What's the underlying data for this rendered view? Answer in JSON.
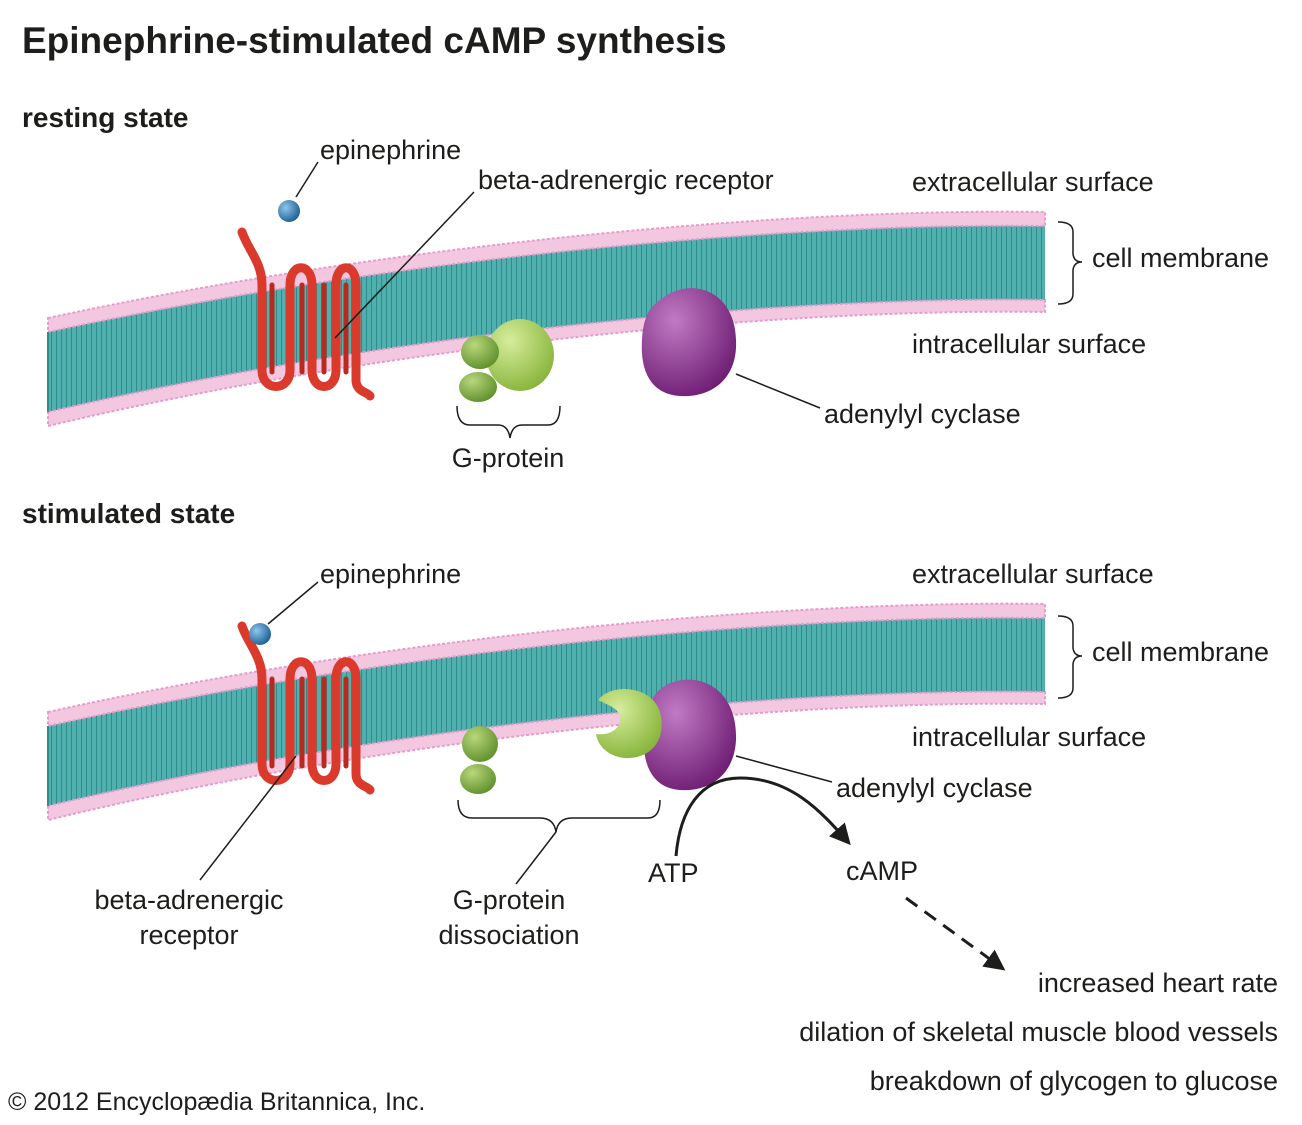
{
  "title": "Epinephrine-stimulated cAMP synthesis",
  "colors": {
    "membrane_core": "#4fb0ad",
    "lipid_heads": "#e59ccb",
    "receptor": "#d93a2b",
    "g_protein": "#a6cf4d",
    "adenylyl_cyclase": "#8b2c8c",
    "epinephrine": "#1f6fa3"
  },
  "resting": {
    "heading": "resting state",
    "epinephrine": "epinephrine",
    "receptor": "beta-adrenergic receptor",
    "extracellular": "extracellular surface",
    "cell_membrane": "cell membrane",
    "intracellular": "intracellular surface",
    "g_protein": "G-protein",
    "cyclase": "adenylyl cyclase"
  },
  "stimulated": {
    "heading": "stimulated state",
    "epinephrine": "epinephrine",
    "receptor_line1": "beta-adrenergic",
    "receptor_line2": "receptor",
    "extracellular": "extracellular surface",
    "cell_membrane": "cell membrane",
    "intracellular": "intracellular surface",
    "g_protein_line1": "G-protein",
    "g_protein_line2": "dissociation",
    "cyclase": "adenylyl cyclase",
    "atp": "ATP",
    "camp": "cAMP",
    "effects": [
      "increased heart rate",
      "dilation of skeletal muscle blood vessels",
      "breakdown of glycogen to glucose"
    ]
  },
  "copyright": "© 2012 Encyclopædia Britannica, Inc."
}
